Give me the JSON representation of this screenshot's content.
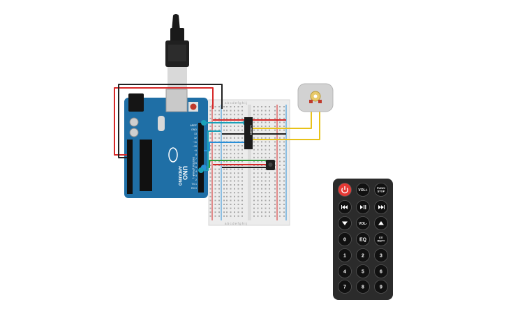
{
  "colors": {
    "arduino_blue": "#1f6fa6",
    "wire_red": "#d62828",
    "wire_black": "#222222",
    "wire_yellow": "#e8c21a",
    "wire_green": "#2e9e3a",
    "wire_blue": "#2a8fd8",
    "wire_teal": "#1aa0b8",
    "breadboard": "#ececec",
    "remote_body": "#2b2b2b",
    "power_red": "#e53935"
  },
  "arduino": {
    "logo_text": "ARDUINO",
    "model": "UNO",
    "header_labels": [
      "AREF",
      "GND",
      "13",
      "12",
      "~11",
      "~10",
      "~9",
      "8",
      "7",
      "~6",
      "~5",
      "4",
      "~3",
      "2",
      "TX 1",
      "RX 0"
    ],
    "digital_label": "DIGITAL (PWM~)"
  },
  "breadboard": {
    "column_letters_top": "a b c d e   f g h i j",
    "column_letters_bottom": "a b c d e   f g h i j"
  },
  "chip": {
    "label": "L293D"
  },
  "remote": {
    "buttons": [
      {
        "id": "power",
        "label": "",
        "icon": "power-icon"
      },
      {
        "id": "vol_up",
        "label": "VOL+"
      },
      {
        "id": "func_stop",
        "label": "FUNC/\nSTOP"
      },
      {
        "id": "rewind",
        "label": "",
        "icon": "rewind-icon"
      },
      {
        "id": "play_pause",
        "label": "",
        "icon": "play-pause-icon"
      },
      {
        "id": "fast_forward",
        "label": "",
        "icon": "fast-forward-icon"
      },
      {
        "id": "down",
        "label": "",
        "icon": "down-triangle-icon"
      },
      {
        "id": "vol_down",
        "label": "VOL-"
      },
      {
        "id": "up",
        "label": "",
        "icon": "up-triangle-icon"
      },
      {
        "id": "zero",
        "label": "0"
      },
      {
        "id": "eq",
        "label": "EQ"
      },
      {
        "id": "st_rept",
        "label": "ST/\nREPT"
      },
      {
        "id": "one",
        "label": "1"
      },
      {
        "id": "two",
        "label": "2"
      },
      {
        "id": "three",
        "label": "3"
      },
      {
        "id": "four",
        "label": "4"
      },
      {
        "id": "five",
        "label": "5"
      },
      {
        "id": "six",
        "label": "6"
      },
      {
        "id": "seven",
        "label": "7"
      },
      {
        "id": "eight",
        "label": "8"
      },
      {
        "id": "nine",
        "label": "9"
      }
    ]
  }
}
